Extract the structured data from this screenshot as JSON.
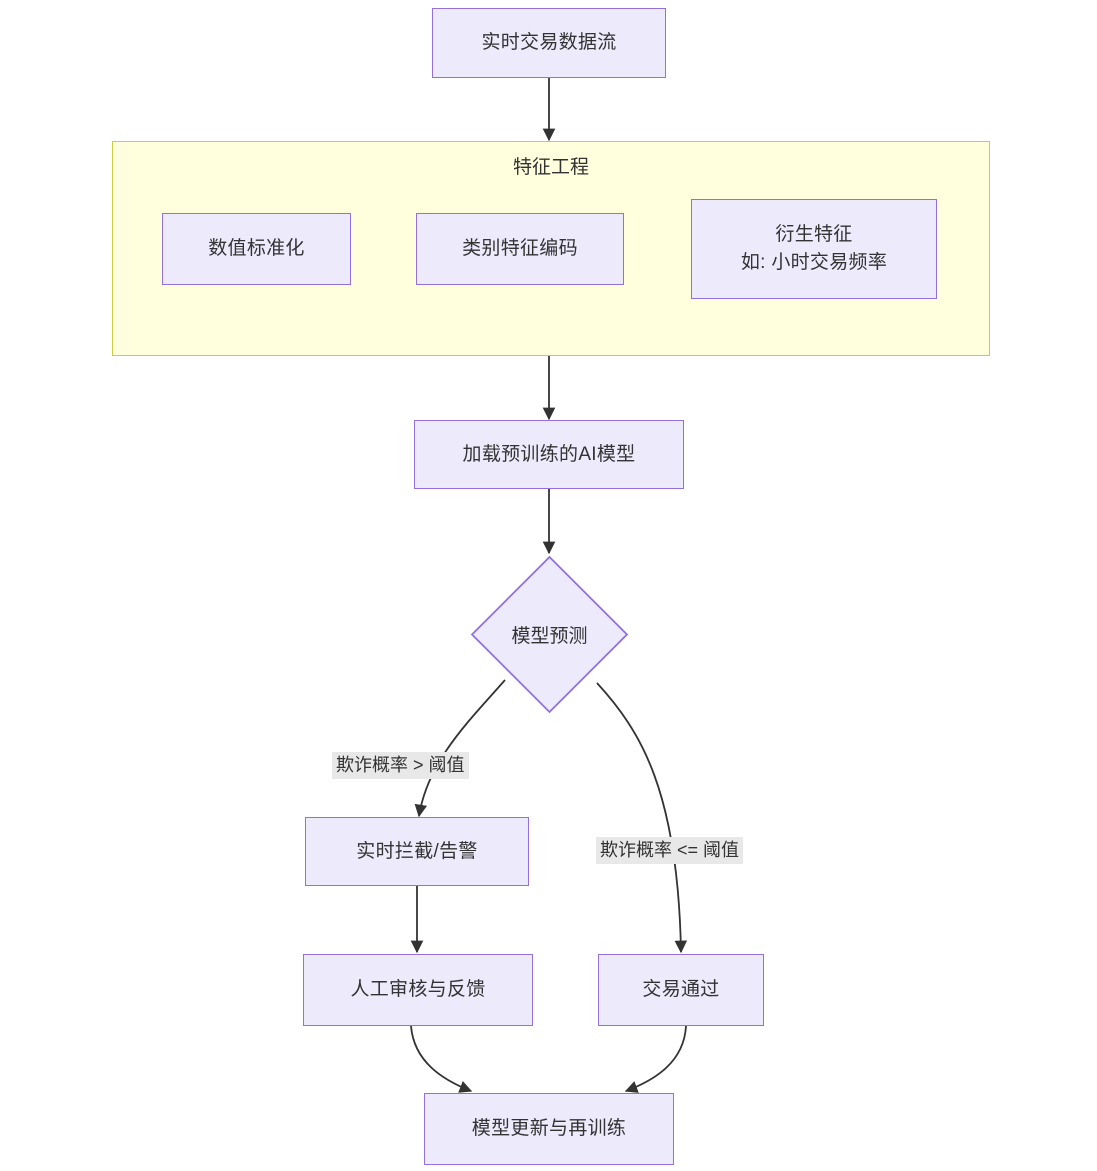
{
  "diagram": {
    "type": "flowchart",
    "direction": "top-down",
    "theme": {
      "node_fill": "#ECEAFB",
      "node_stroke": "#9370DB",
      "cluster_fill": "#FFFFDE",
      "cluster_stroke": "#CCCC44",
      "edge_stroke": "#333333",
      "text_color": "#333333",
      "edge_label_bg": "#E8E8E8",
      "canvas_bg": "#FFFFFF"
    },
    "cluster": {
      "id": "feature-engineering",
      "title": "特征工程"
    },
    "nodes": [
      {
        "id": "stream",
        "label": "实时交易数据流",
        "shape": "rect"
      },
      {
        "id": "normalize",
        "label": "数值标准化",
        "shape": "rect"
      },
      {
        "id": "encode",
        "label": "类别特征编码",
        "shape": "rect"
      },
      {
        "id": "derive",
        "label_line1": "衍生特征",
        "label_line2": "如: 小时交易频率",
        "shape": "rect"
      },
      {
        "id": "loadmodel",
        "label": "加载预训练的AI模型",
        "shape": "rect"
      },
      {
        "id": "predict",
        "label": "模型预测",
        "shape": "diamond"
      },
      {
        "id": "block",
        "label": "实时拦截/告警",
        "shape": "rect"
      },
      {
        "id": "review",
        "label": "人工审核与反馈",
        "shape": "rect"
      },
      {
        "id": "pass",
        "label": "交易通过",
        "shape": "rect"
      },
      {
        "id": "retrain",
        "label": "模型更新与再训练",
        "shape": "rect"
      }
    ],
    "edges": [
      {
        "from": "stream",
        "to": "feature-engineering",
        "label": ""
      },
      {
        "from": "feature-engineering",
        "to": "loadmodel",
        "label": ""
      },
      {
        "from": "loadmodel",
        "to": "predict",
        "label": ""
      },
      {
        "from": "predict",
        "to": "block",
        "label": "欺诈概率 > 阈值"
      },
      {
        "from": "predict",
        "to": "pass",
        "label": "欺诈概率 <= 阈值"
      },
      {
        "from": "block",
        "to": "review",
        "label": ""
      },
      {
        "from": "review",
        "to": "retrain",
        "label": ""
      },
      {
        "from": "pass",
        "to": "retrain",
        "label": ""
      }
    ],
    "edge_labels": {
      "fraud_high": "欺诈概率 > 阈值",
      "fraud_low": "欺诈概率 <= 阈值"
    }
  }
}
